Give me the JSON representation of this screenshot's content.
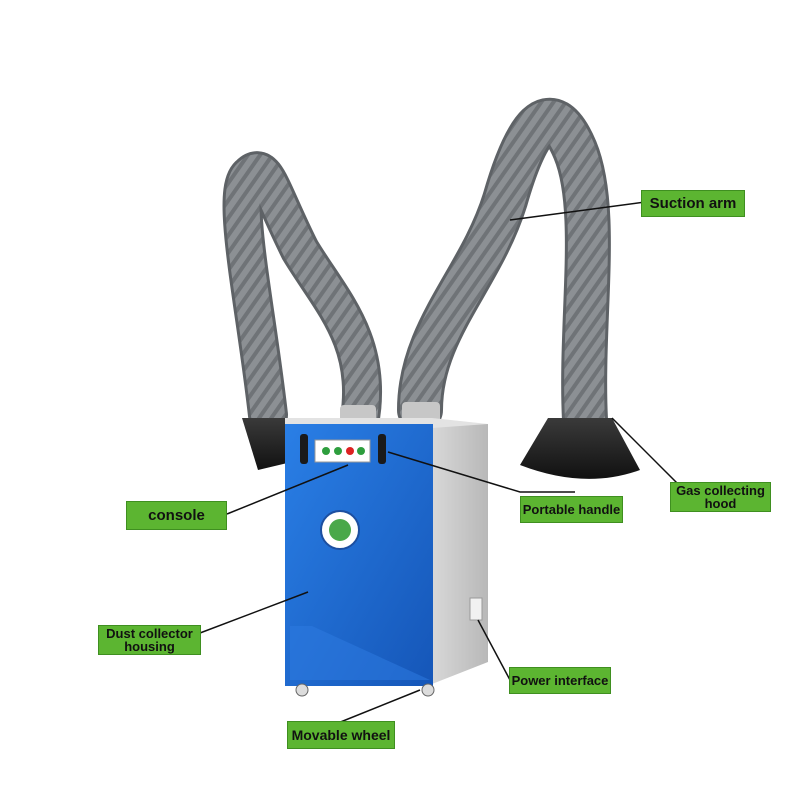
{
  "colors": {
    "label_bg": "#5cb531",
    "cabinet_blue": "#1f6fd6",
    "cabinet_side": "#c9c9c9",
    "hose_gray": "#8a8d91",
    "hood_black": "#1f1f1f"
  },
  "labels": {
    "suction_arm": "Suction arm",
    "gas_collecting_hood_line1": "Gas collecting",
    "gas_collecting_hood_line2": "hood",
    "console": "console",
    "portable_handle": "Portable handle",
    "dust_collector_housing_line1": "Dust collector",
    "dust_collector_housing_line2": "housing",
    "power_interface": "Power interface",
    "movable_wheel": "Movable wheel"
  }
}
